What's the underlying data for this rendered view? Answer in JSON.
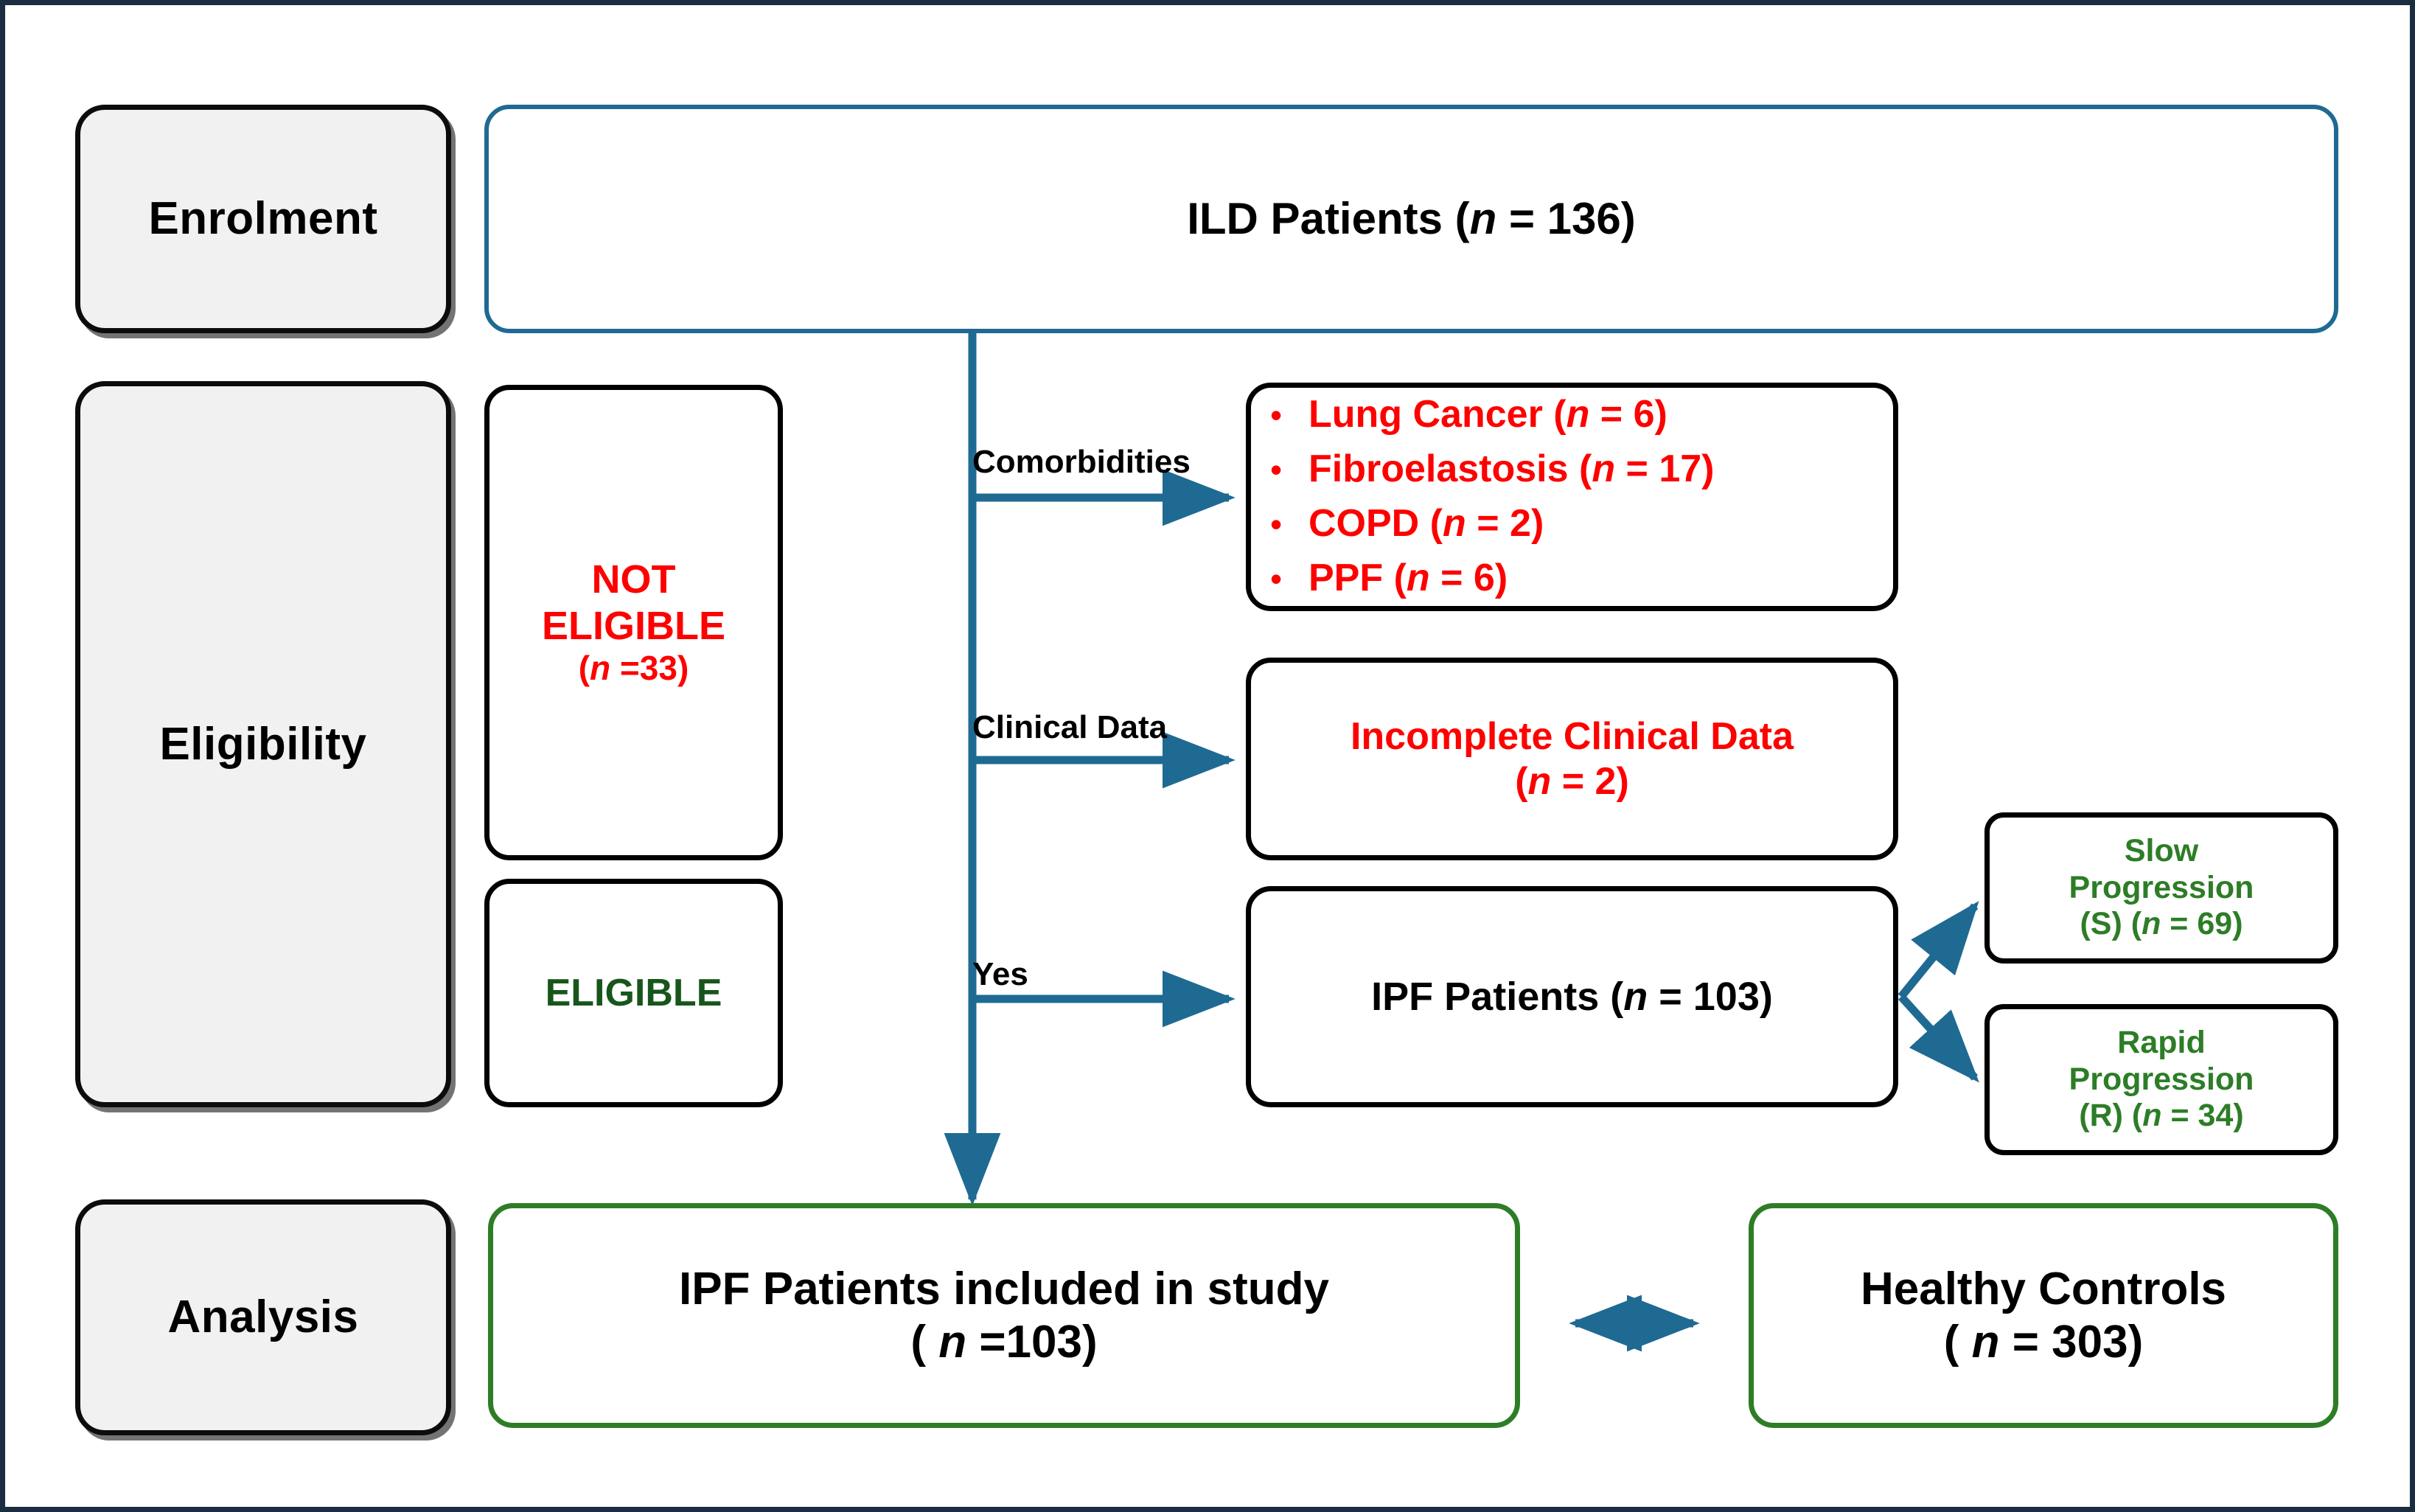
{
  "diagram": {
    "title": "ILD / IPF patient selection flow diagram",
    "colors": {
      "frame": "#1b2d40",
      "stage_fill": "#f1f1f1",
      "arrow_blue": "#1f6a93",
      "enrolment_border_blue": "#1f6a93",
      "analysis_border_green": "#2e7d26",
      "excluded_red": "#fe0000",
      "progression_green": "#2d7d27",
      "eligible_green": "#17561b",
      "node_border_black": "#000000"
    }
  },
  "stages": [
    {
      "id": "enrolment",
      "label": "Enrolment"
    },
    {
      "id": "eligibility",
      "label": "Eligibility"
    },
    {
      "id": "analysis",
      "label": "Analysis"
    }
  ],
  "nodes": {
    "ild": {
      "text_before": "ILD Patients (",
      "n": "n",
      "text_after": " = 136)",
      "full_text": "ILD Patients (n = 136)",
      "count": 136
    },
    "not_eligible": {
      "line1": "NOT",
      "line2": "ELIGIBLE",
      "sub_before": "(",
      "sub_n": "n",
      "sub_after": " =33)",
      "full_text": "NOT ELIGIBLE (n =33)",
      "count": 33
    },
    "eligible": {
      "label": "ELIGIBLE"
    },
    "comorbidities": {
      "items": [
        {
          "bullet": "•",
          "before": "Lung Cancer (",
          "n": "n",
          "after": " = 6)",
          "full_text": "Lung Cancer (n = 6)",
          "count": 6
        },
        {
          "bullet": "•",
          "before": "Fibroelastosis (",
          "n": "n",
          "after": " = 17)",
          "full_text": "Fibroelastosis (n = 17)",
          "count": 17
        },
        {
          "bullet": "•",
          "before": "COPD (",
          "n": "n",
          "after": " = 2)",
          "full_text": "COPD (n = 2)",
          "count": 2
        },
        {
          "bullet": "•",
          "before": "PPF (",
          "n": "n",
          "after": " = 6)",
          "full_text": "PPF (n = 6)",
          "count": 6
        }
      ]
    },
    "incomplete_clinical_data": {
      "line1": "Incomplete Clinical Data",
      "sub_before": "(",
      "sub_n": "n",
      "sub_after": " = 2)",
      "full_text": "Incomplete Clinical Data (n = 2)",
      "count": 2
    },
    "ipf_patients": {
      "text_before": "IPF Patients (",
      "n": "n",
      "text_after": " = 103)",
      "full_text": "IPF Patients (n = 103)",
      "count": 103
    },
    "slow_progression": {
      "line1": "Slow",
      "line2": "Progression",
      "sub_before": "(S)  (",
      "sub_n": "n",
      "sub_after": " = 69)",
      "full_text": "Slow Progression (S) (n = 69)",
      "count": 69
    },
    "rapid_progression": {
      "line1": "Rapid",
      "line2": "Progression",
      "sub_before": "(R)  (",
      "sub_n": "n",
      "sub_after": " = 34)",
      "full_text": "Rapid Progression (R) (n = 34)",
      "count": 34
    },
    "ipf_included": {
      "line1": "IPF Patients included in study",
      "sub_before": "( ",
      "sub_n": "n",
      "sub_after": " =103)",
      "full_text": "IPF Patients included in study ( n =103)",
      "count": 103
    },
    "healthy_controls": {
      "line1": "Healthy Controls",
      "sub_before": "( ",
      "sub_n": "n",
      "sub_after": " = 303)",
      "full_text": "Healthy Controls ( n = 303)",
      "count": 303
    }
  },
  "edges": [
    {
      "id": "comorbidities",
      "label": "Comorbidities"
    },
    {
      "id": "clinical-data",
      "label": "Clinical Data"
    },
    {
      "id": "yes",
      "label": "Yes"
    }
  ]
}
